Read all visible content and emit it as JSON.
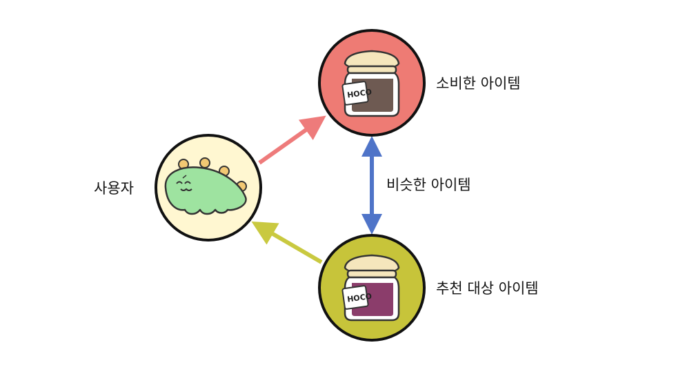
{
  "labels": {
    "user": "사용자",
    "consumed_item": "소비한 아이템",
    "similar_items": "비슷한 아이템",
    "recommend_target": "추천 대상 아이템"
  },
  "jar_brand": "HOCO",
  "colors": {
    "user_circle": "#FFF7D1",
    "consumed_circle": "#EE7B74",
    "target_circle": "#C7C43A",
    "arrow_user_to_consumed": "#EE7B7B",
    "arrow_target_to_user": "#C9C940",
    "arrow_similar": "#4F74C8",
    "dino_body": "#9EE3A0",
    "jar_consumed_content": "#6E5A52",
    "jar_target_content": "#8B3D6B",
    "jar_lid": "#F5E6BC"
  },
  "icons": {
    "user": "dinosaur-icon",
    "consumed_item": "jam-jar-icon",
    "recommend_target": "jam-jar-icon"
  }
}
